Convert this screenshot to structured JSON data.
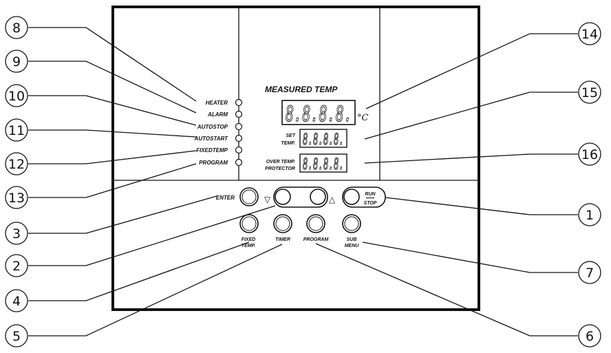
{
  "panel": {
    "measured_title": "MEASURED TEMP",
    "unit": "°C",
    "display_digits": "8.8.8.8.",
    "indicators": [
      "HEATER",
      "ALARM",
      "AUTOSTOP",
      "AUTOSTART",
      "FIXEDTEMP",
      "PROGRAM"
    ],
    "set_temp": [
      "SET",
      "TEMP."
    ],
    "over_temp": [
      "OVER TEMP.",
      "PROTECTOR"
    ],
    "enter": "ENTER",
    "arrow_down": "▽",
    "arrow_up": "△",
    "run_stop": [
      "RUN",
      "STOP"
    ],
    "fixed_temp": [
      "FIXED",
      "TEMP."
    ],
    "timer": "TIMER",
    "program": "PROGRAM",
    "sub_menu": [
      "SUB",
      "MENU"
    ]
  },
  "callouts": [
    "1",
    "2",
    "3",
    "4",
    "5",
    "6",
    "7",
    "8",
    "9",
    "10",
    "11",
    "12",
    "13",
    "14",
    "15",
    "16"
  ]
}
